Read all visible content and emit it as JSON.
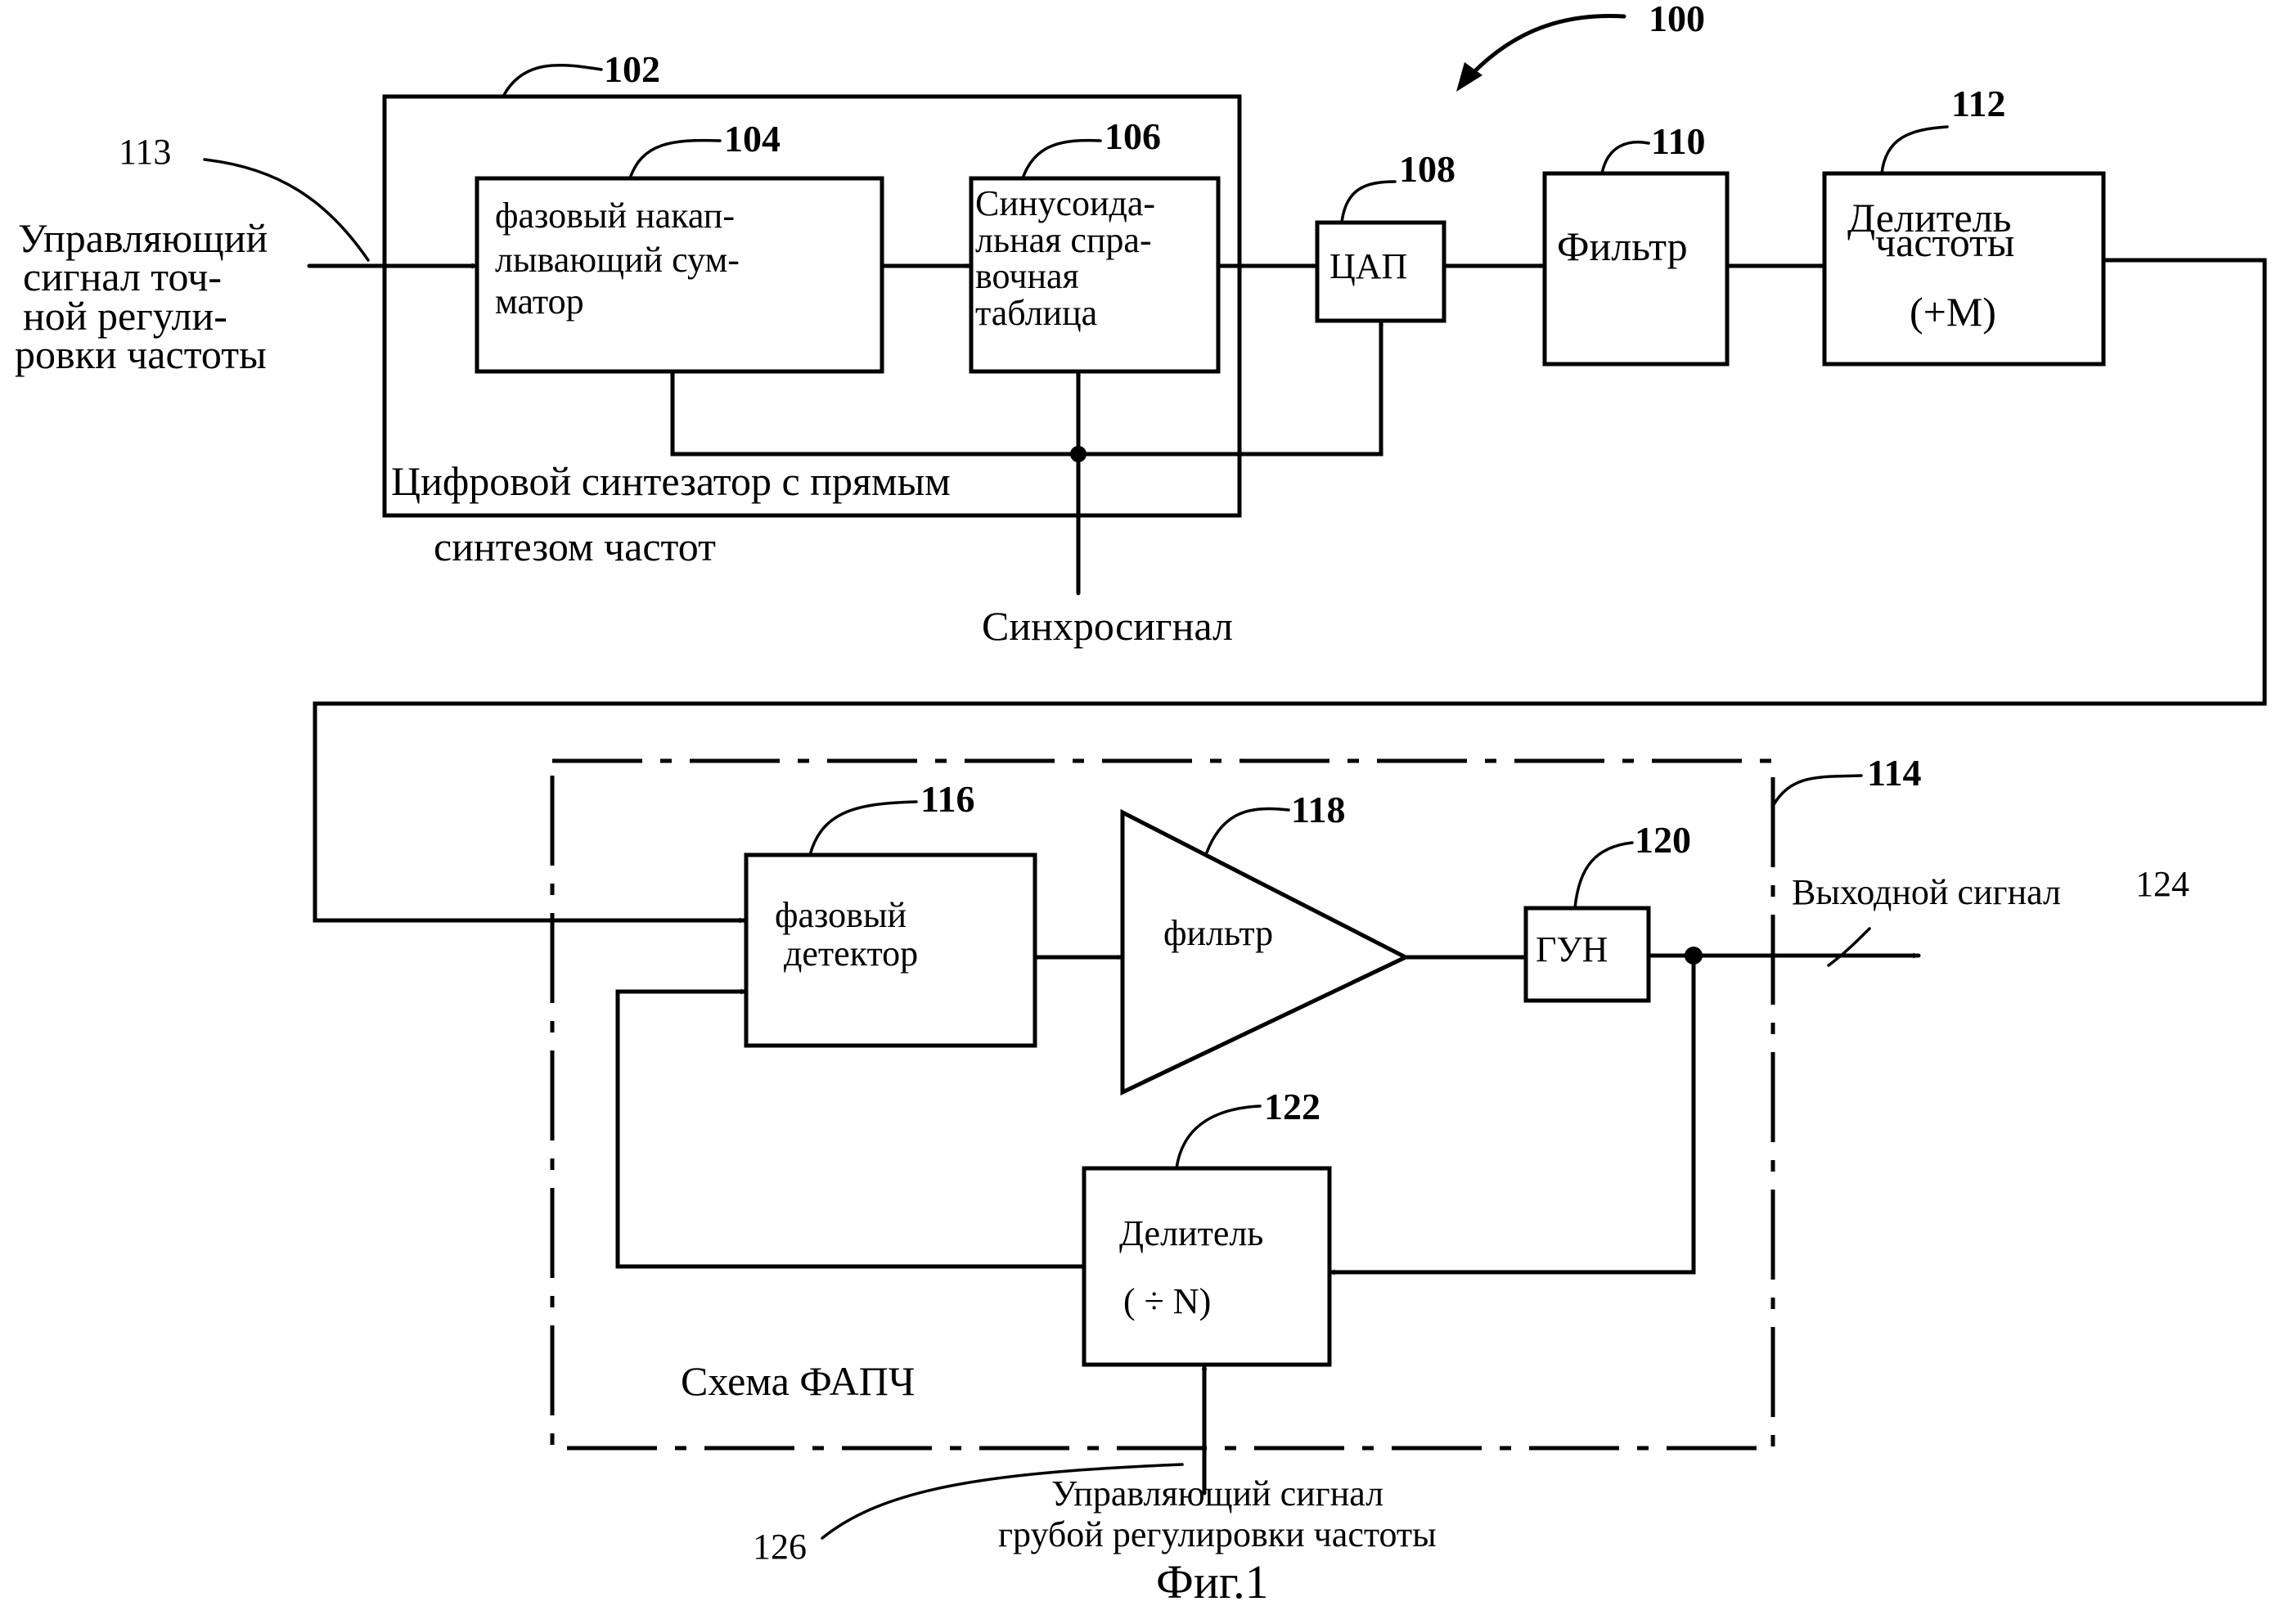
{
  "figure": {
    "ref_main": "100",
    "caption": "Фиг.1"
  },
  "dds": {
    "ref": "102",
    "label_line1": "Цифровой синтезатор с прямым",
    "label_line2": "синтезом частот"
  },
  "input": {
    "ref": "113",
    "lines": [
      "Управляющий",
      "сигнал точ-",
      "ной регули-",
      "ровки частоты"
    ]
  },
  "accumulator": {
    "ref": "104",
    "lines": [
      "фазовый накап-",
      "лывающий  сум-",
      "матор"
    ]
  },
  "sine_table": {
    "ref": "106",
    "lines": [
      "Синусоида-",
      "льная спра-",
      "вочная",
      "таблица"
    ]
  },
  "dac": {
    "ref": "108",
    "label": "ЦАП"
  },
  "filter": {
    "ref": "110",
    "label": "Фильтр"
  },
  "freq_divider": {
    "ref": "112",
    "lines": [
      "Делитель",
      "частоты"
    ],
    "ratio": "(+M)"
  },
  "clock": {
    "label": "Синхросигнал"
  },
  "pll": {
    "ref": "114",
    "label": "Схема ФАПЧ"
  },
  "phase_detector": {
    "ref": "116",
    "lines": [
      "фазовый",
      "детектор"
    ]
  },
  "loop_filter": {
    "ref": "118",
    "label": "фильтр"
  },
  "vco": {
    "ref": "120",
    "label": "ГУН"
  },
  "n_divider": {
    "ref": "122",
    "label": "Делитель",
    "ratio": "( ÷  N)"
  },
  "output": {
    "ref": "124",
    "label": "Выходной сигнал"
  },
  "coarse": {
    "ref": "126",
    "lines": [
      "Управляющий сигнал",
      "грубой регулировки частоты"
    ]
  }
}
